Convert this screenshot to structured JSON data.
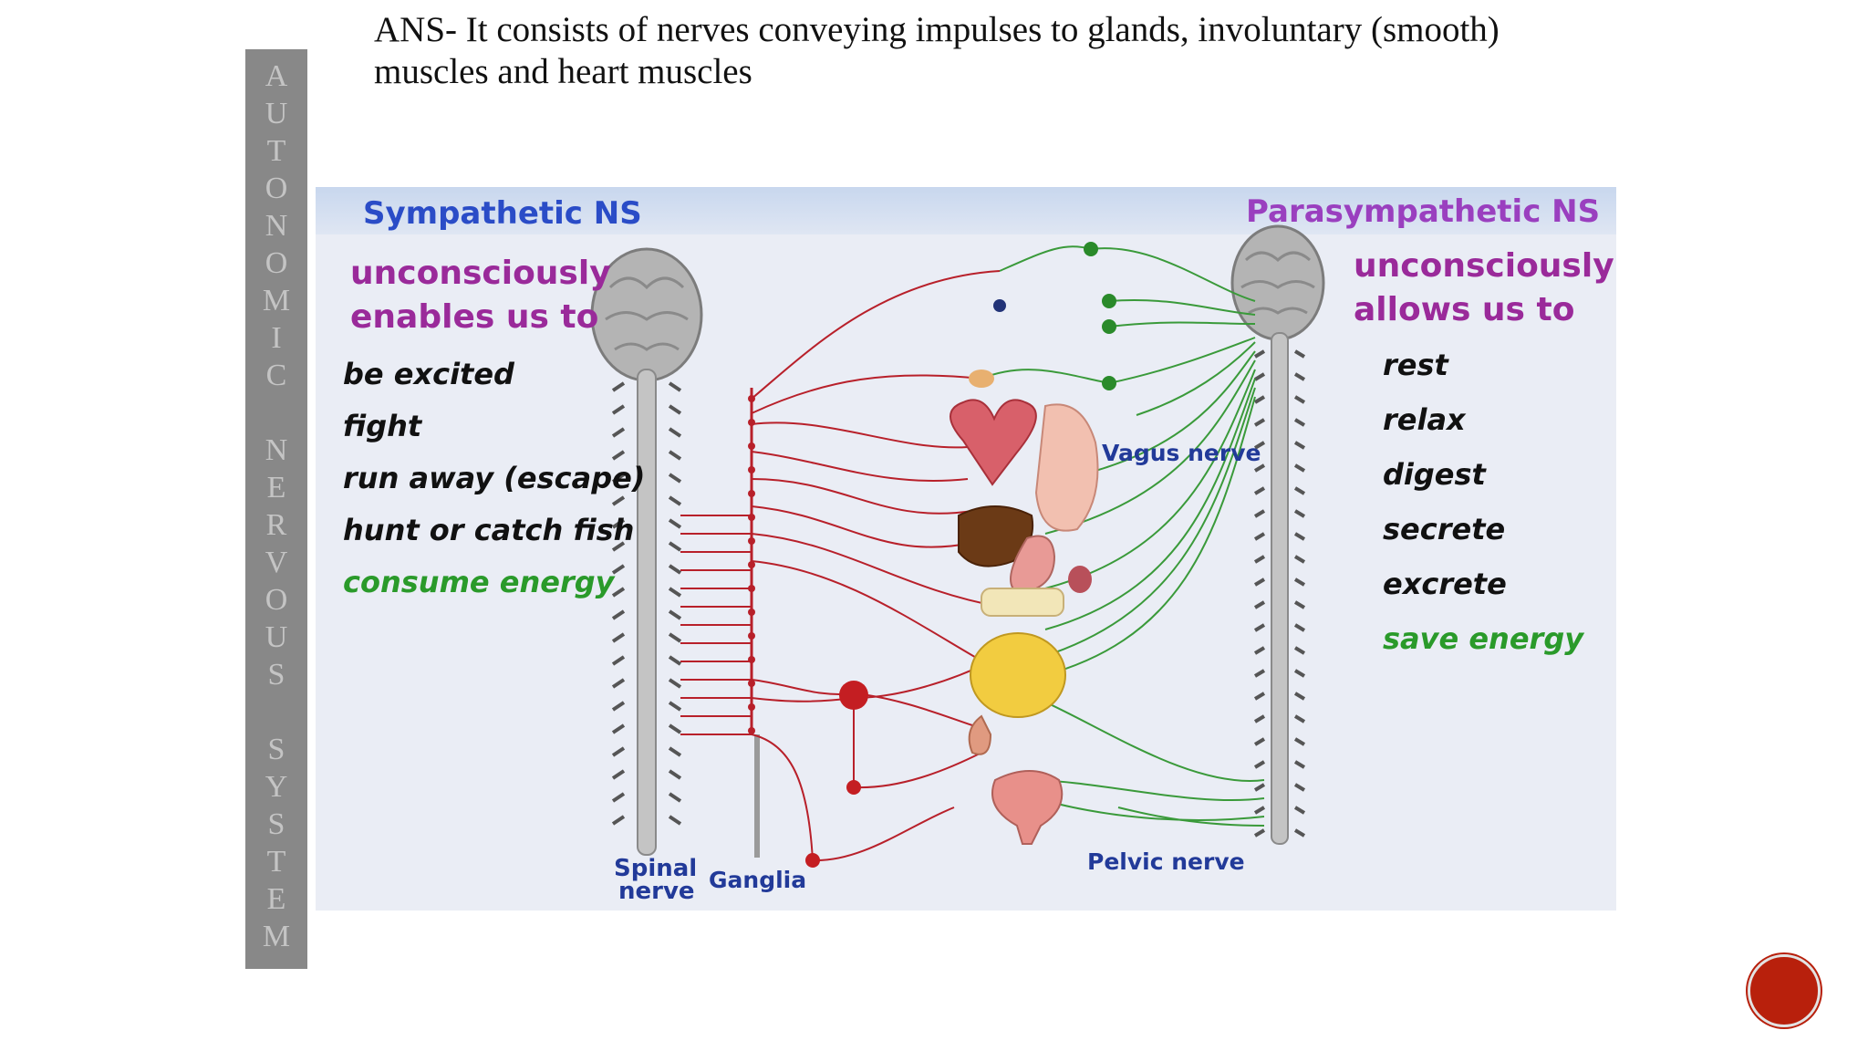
{
  "slide": {
    "heading": "ANS- It consists of nerves conveying impulses to glands, involuntary (smooth) muscles and heart muscles",
    "side_title_letters": [
      "A",
      "U",
      "T",
      "O",
      "N",
      "O",
      "M",
      "I",
      "C",
      "N",
      "E",
      "R",
      "V",
      "O",
      "U",
      "S",
      "S",
      "Y",
      "S",
      "T",
      "E",
      "M"
    ]
  },
  "diagram": {
    "sympathetic": {
      "title": "Sympathetic NS",
      "intro_line1": "unconsciously",
      "intro_line2": "enables us to",
      "actions": [
        "be excited",
        "fight",
        "run away (escape)",
        "hunt or catch fish"
      ],
      "energy": "consume energy"
    },
    "parasympathetic": {
      "title": "Parasympathetic NS",
      "intro_line1": "unconsciously",
      "intro_line2": "allows us to",
      "actions": [
        "rest",
        "relax",
        "digest",
        "secrete",
        "excrete"
      ],
      "energy": "save energy"
    },
    "labels": {
      "vagus": "Vagus nerve",
      "pelvic": "Pelvic nerve",
      "spinal_line1": "Spinal",
      "spinal_line2": "nerve",
      "ganglia": "Ganglia"
    }
  },
  "colors": {
    "sympathetic_nerve": "#b8202a",
    "parasympathetic_nerve": "#3a9a3a",
    "side_bar": "#888888",
    "next_button": "#b8200c"
  }
}
